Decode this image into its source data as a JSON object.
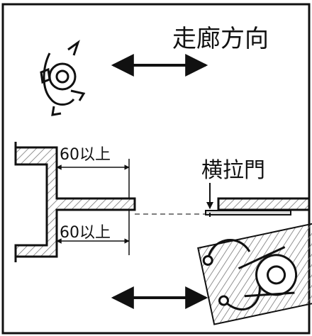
{
  "labels": {
    "corridor_direction": "走廊方向",
    "sliding_door": "横拉門",
    "clearance_top": "60以上",
    "clearance_bottom": "60以上"
  },
  "colors": {
    "line": "#111111",
    "hatch": "#777777",
    "background": "#ffffff"
  },
  "icons": {
    "person_top": "wheelchair-user-icon",
    "person_bottom": "wheelchair-user-icon"
  }
}
